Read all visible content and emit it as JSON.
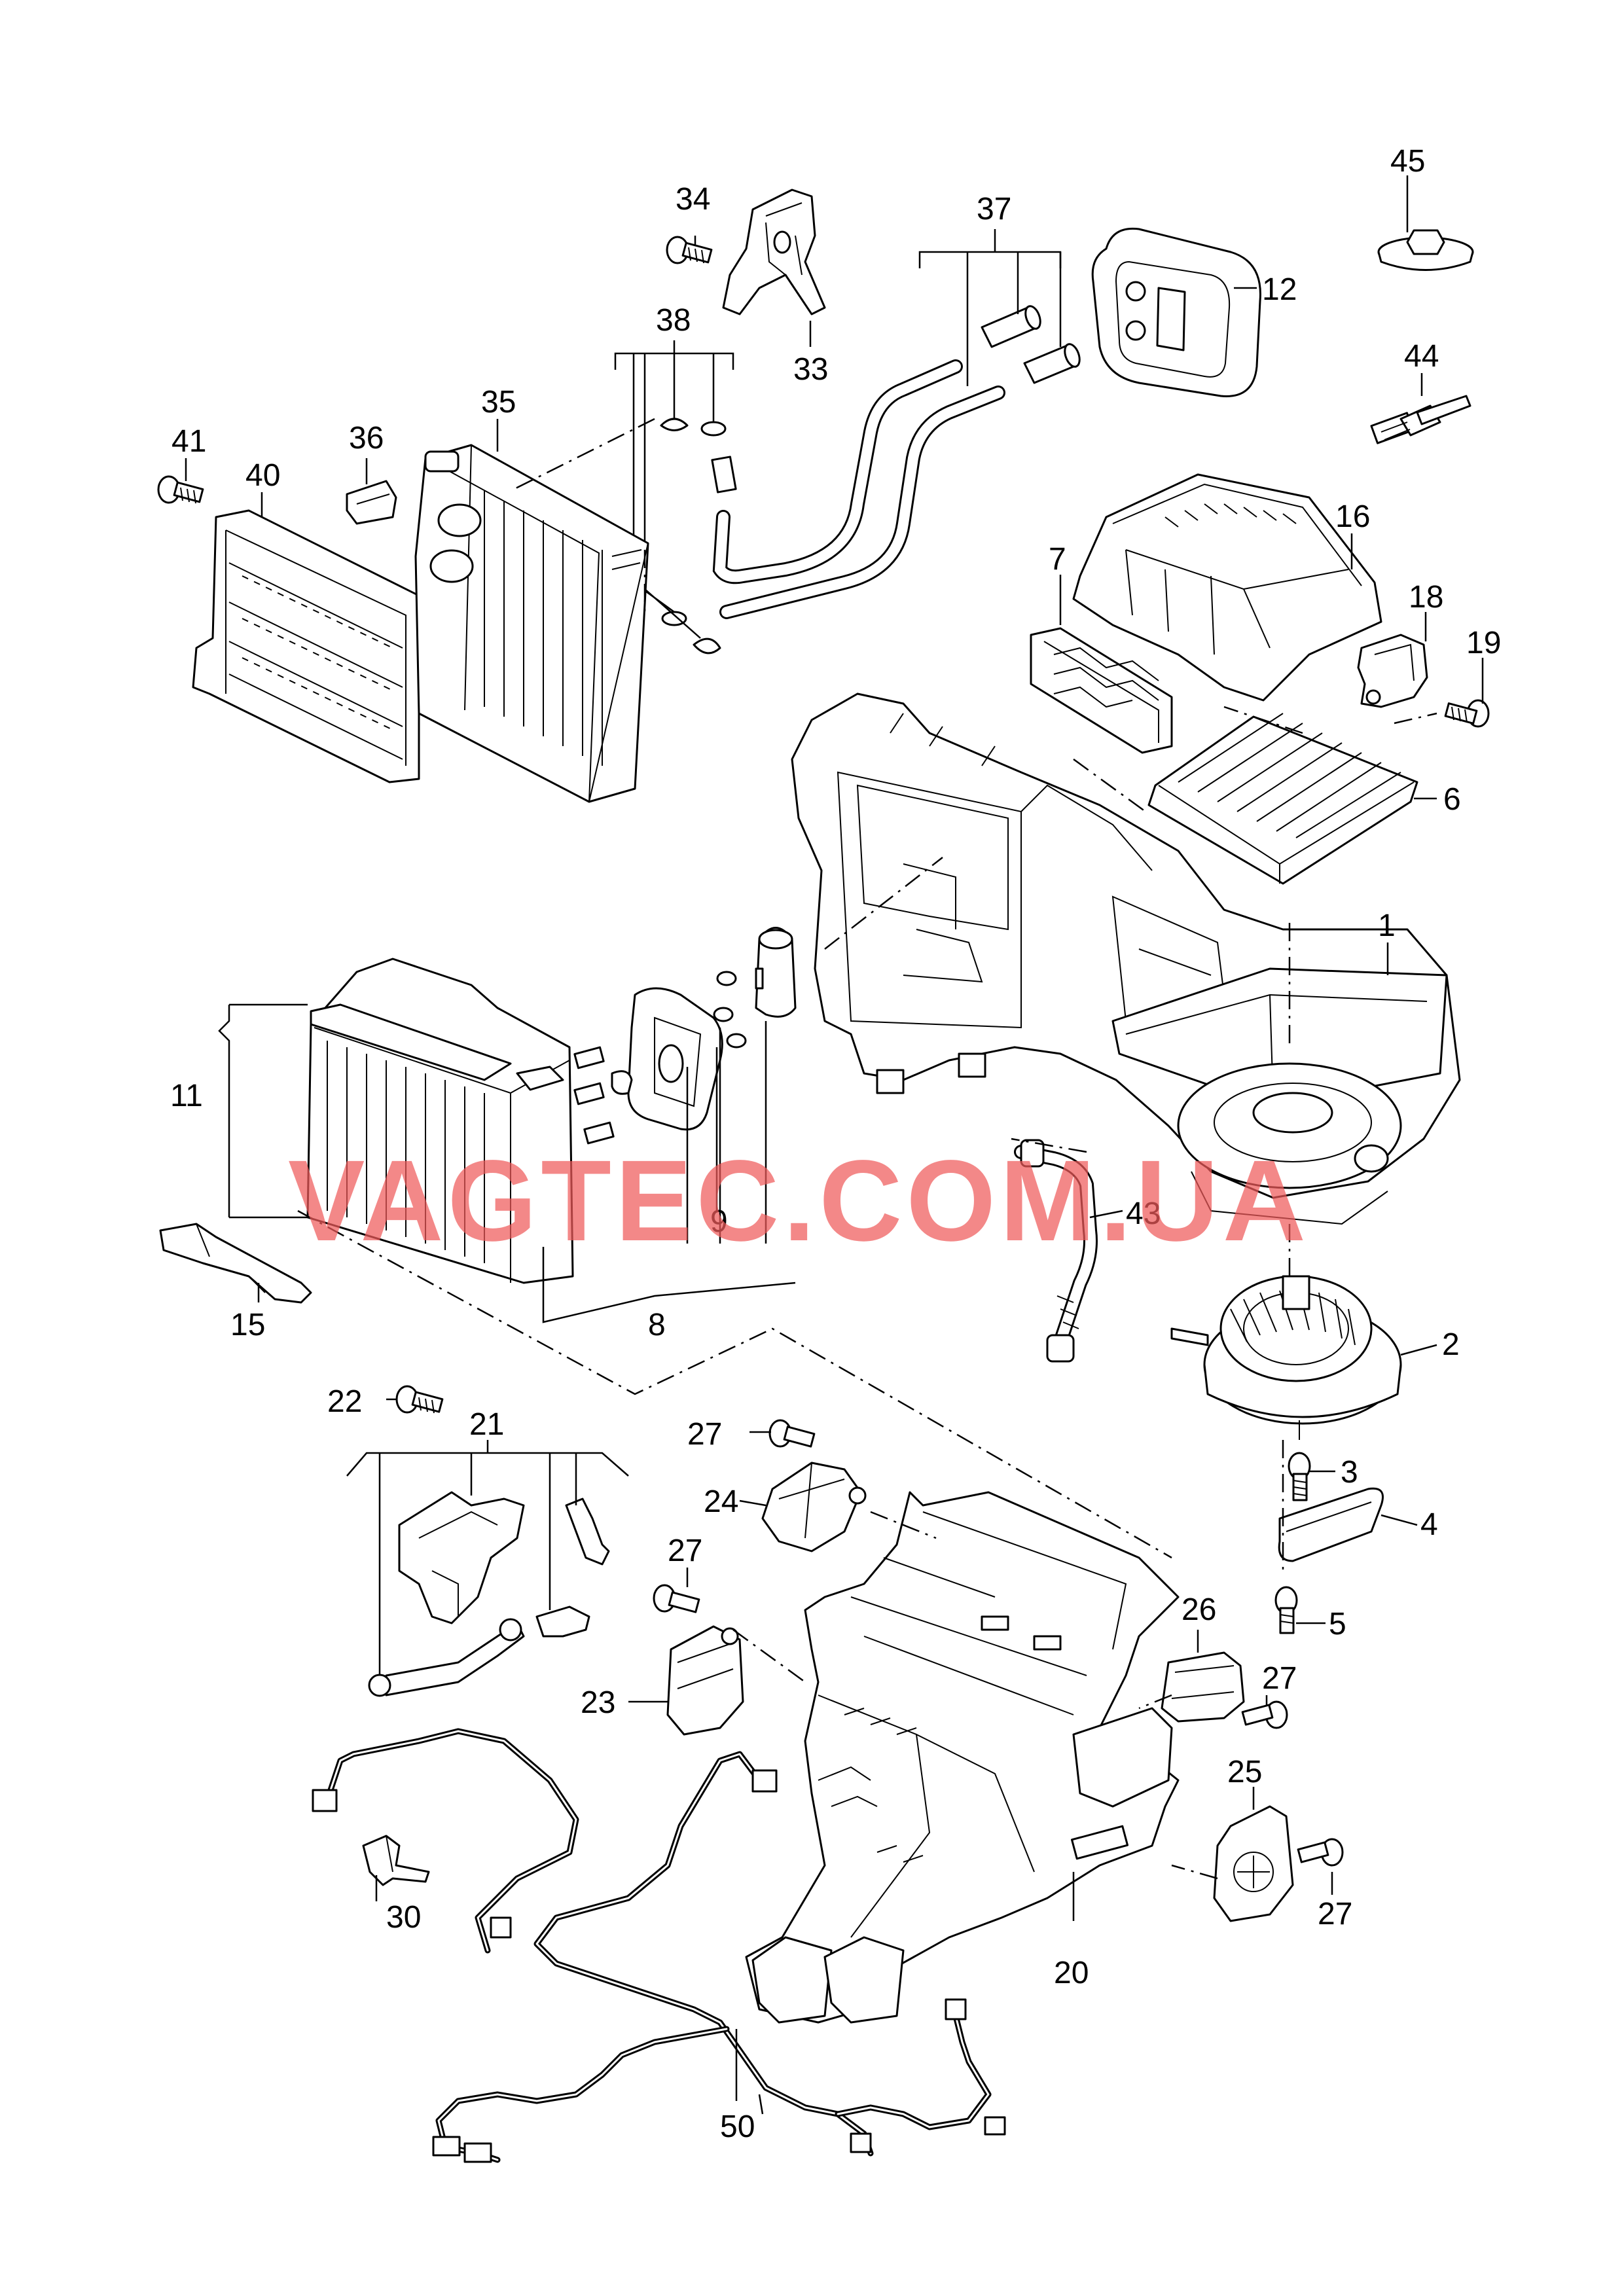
{
  "watermark": "VAGTEC.COM.UA",
  "watermark_color": "#ee5a5a",
  "callouts": {
    "p1": "1",
    "p2": "2",
    "p3": "3",
    "p4": "4",
    "p5": "5",
    "p6": "6",
    "p7": "7",
    "p8": "8",
    "p9": "9",
    "p11": "11",
    "p12": "12",
    "p15": "15",
    "p16": "16",
    "p18": "18",
    "p19": "19",
    "p20": "20",
    "p21": "21",
    "p22": "22",
    "p23": "23",
    "p24": "24",
    "p25": "25",
    "p26": "26",
    "p27a": "27",
    "p27b": "27",
    "p27c": "27",
    "p27d": "27",
    "p30": "30",
    "p33": "33",
    "p34": "34",
    "p35": "35",
    "p36": "36",
    "p37": "37",
    "p38": "38",
    "p40": "40",
    "p41": "41",
    "p43": "43",
    "p44": "44",
    "p45": "45",
    "p50": "50"
  }
}
